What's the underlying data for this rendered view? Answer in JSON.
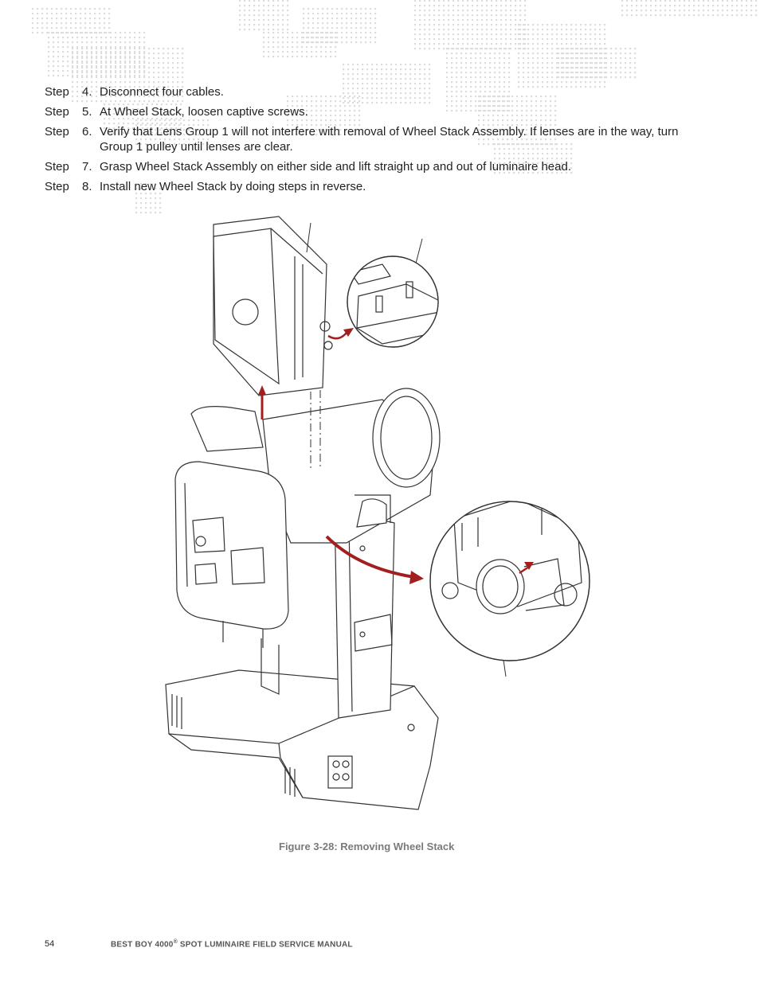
{
  "steps": [
    {
      "word": "Step",
      "number": "4.",
      "text": "Disconnect four cables."
    },
    {
      "word": "Step",
      "number": "5.",
      "text": "At Wheel Stack, loosen captive screws."
    },
    {
      "word": "Step",
      "number": "6.",
      "text": "Verify that Lens Group 1 will not interfere with removal of Wheel Stack Assembly. If lenses are in the way, turn Group 1 pulley until lenses are clear."
    },
    {
      "word": "Step",
      "number": "7.",
      "text": "Grasp Wheel Stack Assembly on either side and lift straight up and out of luminaire head."
    },
    {
      "word": "Step",
      "number": "8.",
      "text": "Install new Wheel Stack by doing steps in reverse."
    }
  ],
  "figure": {
    "caption": "Figure 3-28:  Removing Wheel Stack",
    "arrow_color": "#a31f1f"
  },
  "footer": {
    "page_number": "54",
    "title_prefix": "BEST BOY 4000",
    "title_sup": "®",
    "title_suffix": " SPOT LUMINAIRE FIELD SERVICE MANUAL"
  }
}
